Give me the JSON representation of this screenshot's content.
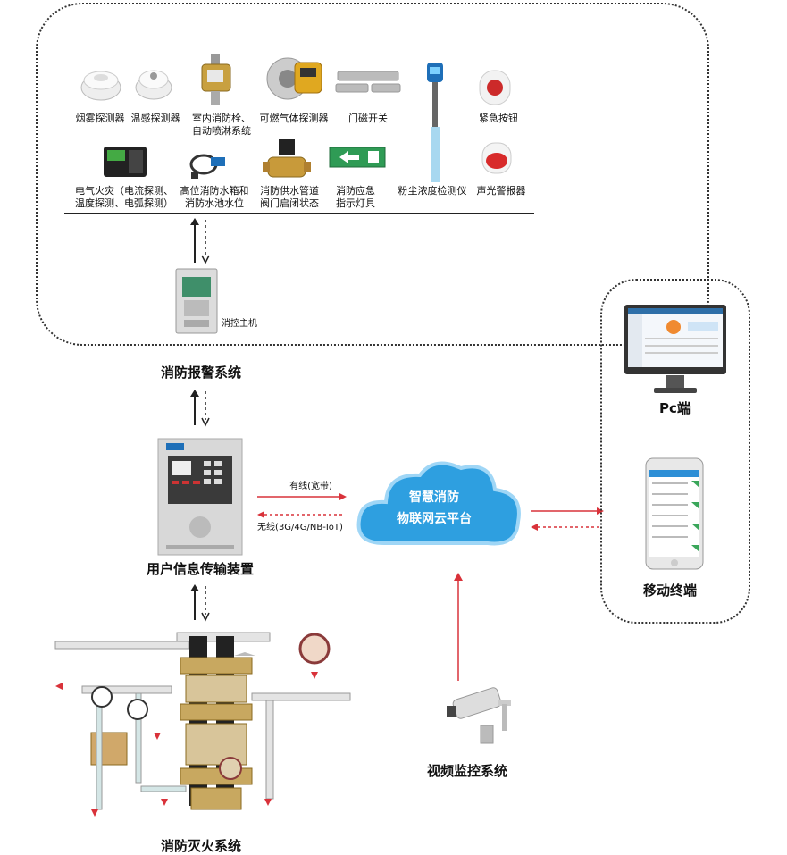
{
  "sensors_row1": [
    {
      "icon": "smoke-detector-icon",
      "label": "烟雾探测器"
    },
    {
      "icon": "heat-detector-icon",
      "label": "温感探测器"
    },
    {
      "icon": "sprinkler-valve-icon",
      "label": "室内消防栓、\n自动喷淋系统"
    },
    {
      "icon": "gas-detector-icon",
      "label": "可燃气体探测器"
    },
    {
      "icon": "door-magnet-icon",
      "label": "门磁开关"
    },
    {
      "icon": "emergency-button-icon",
      "label": "紧急按钮"
    }
  ],
  "sensors_row2": [
    {
      "icon": "electrical-fire-icon",
      "label": "电气火灾（电流探测、\n温度探测、电弧探测）"
    },
    {
      "icon": "water-level-icon",
      "label": "高位消防水箱和\n消防水池水位"
    },
    {
      "icon": "water-valve-icon",
      "label": "消防供水管道\n阀门启闭状态"
    },
    {
      "icon": "exit-sign-icon",
      "label": "消防应急\n指示灯具"
    },
    {
      "icon": "sound-light-alarm-icon",
      "label": "声光警报器"
    }
  ],
  "dust_meter": {
    "icon": "dust-meter-icon",
    "label": "粉尘浓度检测仪"
  },
  "host": {
    "icon": "fire-control-host-icon",
    "label": "消控主机"
  },
  "alarm_system_title": "消防报警系统",
  "transmitter": {
    "icon": "transmitter-icon",
    "label": "用户信息传输装置"
  },
  "link_wired": "有线(宽带)",
  "link_wireless": "无线(3G/4G/NB-IoT)",
  "cloud": {
    "line1": "智慧消防",
    "line2": "物联网云平台"
  },
  "pc_label": "Pc端",
  "mobile_label": "移动终端",
  "cctv_label": "视频监控系统",
  "extinguish_title": "消防灭火系统",
  "colors": {
    "arrow_red": "#d9323a",
    "cloud_blue": "#2e9fe0",
    "frame": "#333333"
  }
}
